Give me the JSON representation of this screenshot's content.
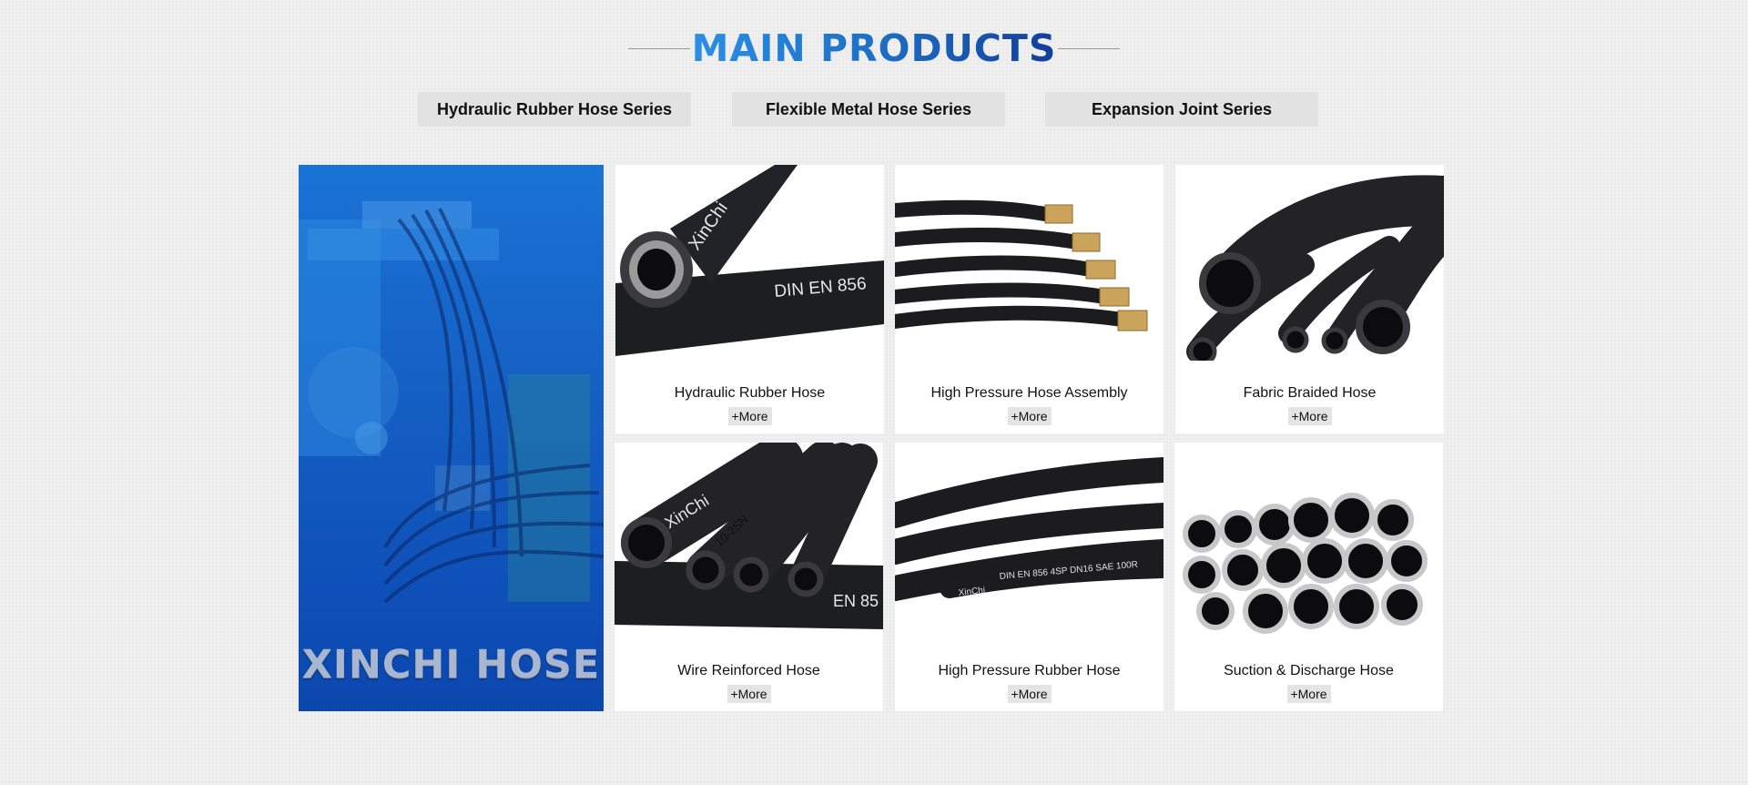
{
  "header": {
    "title": "MAIN PRODUCTS"
  },
  "tabs": [
    {
      "label": "Hydraulic Rubber Hose Series"
    },
    {
      "label": "Flexible Metal Hose Series"
    },
    {
      "label": "Expansion Joint Series"
    }
  ],
  "banner": {
    "label": "XINCHI HOSE"
  },
  "products": [
    {
      "name": "Hydraulic Rubber Hose",
      "more": "+More",
      "print": [
        "XinChi",
        "DIN EN 856"
      ]
    },
    {
      "name": "High Pressure Hose Assembly",
      "more": "+More"
    },
    {
      "name": "Fabric Braided Hose",
      "more": "+More"
    },
    {
      "name": "Wire Reinforced Hose",
      "more": "+More",
      "print": [
        "XinChi",
        "10-2SN",
        "EN 85"
      ]
    },
    {
      "name": "High Pressure Rubber Hose",
      "more": "+More",
      "print": [
        "XinChi",
        "DIN EN 856 4SP DN16 SAE 100R"
      ]
    },
    {
      "name": "Suction & Discharge Hose",
      "more": "+More"
    }
  ],
  "colors": {
    "accent": "#1e6fc6",
    "banner": "#1560c4",
    "tab_bg": "#e2e2e2"
  }
}
